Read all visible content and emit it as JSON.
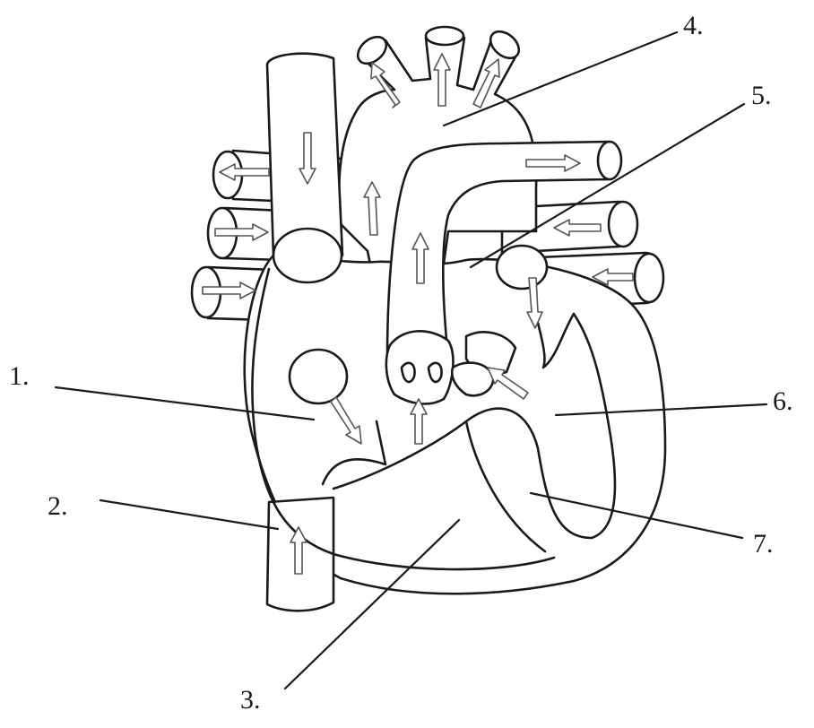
{
  "labels": [
    "1.",
    "2.",
    "3.",
    "4.",
    "5.",
    "6.",
    "7."
  ],
  "colors": {
    "ink": "#1a1a1a",
    "arrow": "#555555",
    "background": "#ffffff"
  }
}
